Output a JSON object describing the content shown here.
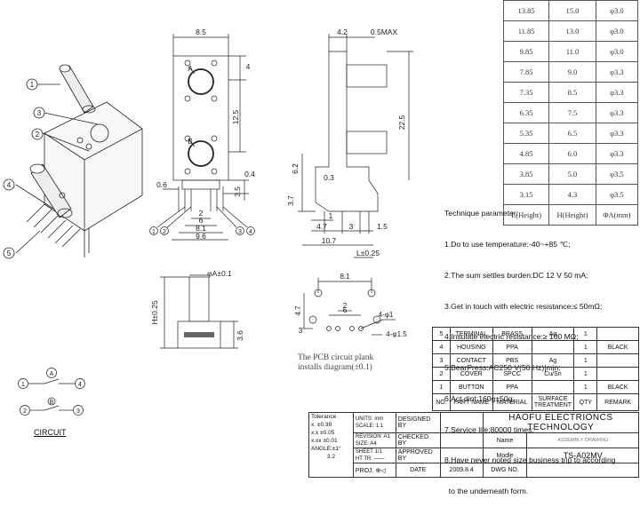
{
  "dims_table": {
    "rows": [
      [
        "13.85",
        "15.0",
        "φ3.0"
      ],
      [
        "11.85",
        "13.0",
        "φ3.0"
      ],
      [
        "9.85",
        "11.0",
        "φ3.0"
      ],
      [
        "7.85",
        "9.0",
        "φ3.3"
      ],
      [
        "7.35",
        "8.5",
        "φ3.3"
      ],
      [
        "6.35",
        "7.5",
        "φ3.3"
      ],
      [
        "5.35",
        "6.5",
        "φ3.3"
      ],
      [
        "4.85",
        "6.0",
        "φ3.3"
      ],
      [
        "3.85",
        "5.0",
        "φ3.5"
      ],
      [
        "3.15",
        "4.3",
        "φ3.5"
      ]
    ],
    "header": [
      "L(Height)",
      "H(Height)",
      "ΦA(mm)"
    ]
  },
  "technique": {
    "title": "Technique parameter:",
    "lines": [
      "1.Do to use temperature:-40~+85 ℃;",
      "2.The sum settles burden:DC 12 V 50 mA;",
      "3.Get in touch with electric resistance:≤ 50mΩ;",
      "4.Insulate electric resistance:≥ 100 MΩ;",
      "5.BearPress:AC250 V(50 Hz)|min;",
      "6.Act dint:160g±50g;",
      "7.Service life:80000 times;",
      "8.Have never noted size business trip to according",
      "  to the underneath form."
    ]
  },
  "bom": {
    "rows": [
      [
        "5",
        "TERMINAL",
        "BRASS",
        "Ag",
        "1",
        ""
      ],
      [
        "4",
        "HOUSING",
        "PPA",
        "",
        "1",
        "BLACK"
      ],
      [
        "3",
        "CONTACT",
        "PBS",
        "Ag",
        "1",
        ""
      ],
      [
        "2",
        "COVER",
        "SPCC",
        "Cu/Sn",
        "1",
        ""
      ],
      [
        "1",
        "BUTTON",
        "PPA",
        "",
        "1",
        "BLACK"
      ]
    ],
    "header": [
      "NO.",
      "PART NAME",
      "MATERIAL",
      "SURFACE TREATMENT",
      "QTY",
      "REMARK"
    ]
  },
  "title_block": {
    "tolerance": "Tolerance",
    "tol_x": "x.",
    "tol_x_val": "±0.38",
    "tol_xx": "x.x",
    "tol_xx_val": "±0.05",
    "tol_xxx": "x.xx",
    "tol_xxx_val": "±0.01",
    "angle": "ANGLE:±1°",
    "angle_val": "3.2",
    "units": "UNITS:   mm",
    "scale": "SCALE:   1:1",
    "revision": "REVISION: A1",
    "size": "SIZE:     A4",
    "sheet": "SHEET    1/1",
    "ht_tr": "HT TR:   ——",
    "proj": "PROJ.",
    "designed": "DESIGNED BY",
    "checked": "CHECKED BY",
    "approved": "APPROVED BY",
    "date_label": "DATE",
    "date": "2009.8.4",
    "dwg": "DWG NO.",
    "company": "HAOFU ELECTRIONCS TECHNOLOGY",
    "name_label": "Name",
    "name_value": "ASSEMBLY DRAWING",
    "model_label": "Modle",
    "model_value": "TS-A02MV"
  },
  "drawing": {
    "d_8_5": "8.5",
    "d_4": "4",
    "d_12_5": "12.5",
    "d_0_4": "0.4",
    "d_0_6": "0.6",
    "d_3_5": "3.5",
    "d_2": "2",
    "d_6": "6",
    "d_8_1": "8.1",
    "d_9_6": "9.6",
    "d_4_2": "4.2",
    "d_0_5max": "0.5MAX",
    "d_22_5": "22.5",
    "d_6_2": "6.2",
    "d_0_3": "0.3",
    "d_3_7": "3.7",
    "d_1": "1",
    "d_4_7": "4.7",
    "d_3": "3",
    "d_1_5": "1.5",
    "d_10_7": "10.7",
    "d_l_025": "L±0.25",
    "d_phiA": "φA±0.1",
    "d_h_025": "H±0.25",
    "d_3_6": "3.6",
    "d_pcb_8_1": "8.1",
    "d_pcb_6": "6",
    "d_pcb_2": "2",
    "d_pcb_4_7": "4.7",
    "d_pcb_3": "3",
    "d_4_phi1": "4-φ1",
    "d_4_phi1_5": "4-φ1.5",
    "label_a": "A",
    "label_b": "B",
    "pcb_note_1": "The PCB circuit plank",
    "pcb_note_2": "installs diagram(±0.1)",
    "circuit": "CIRCUIT",
    "n1": "1",
    "n2": "2",
    "n3": "3",
    "n4": "4",
    "n5": "5",
    "sym_a": "A",
    "sym_b": "B"
  }
}
